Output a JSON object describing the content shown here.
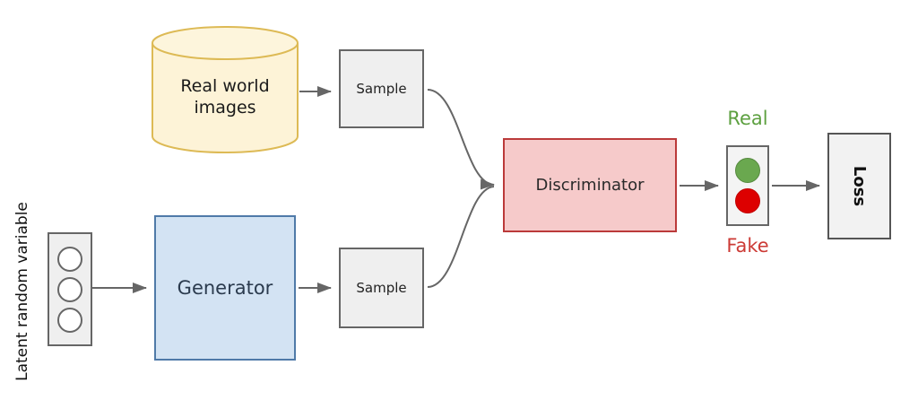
{
  "diagram": {
    "latent": {
      "label": "Latent random variable"
    },
    "real_world": {
      "line1": "Real world",
      "line2": "images"
    },
    "sample_top": {
      "label": "Sample"
    },
    "sample_bottom": {
      "label": "Sample"
    },
    "generator": {
      "label": "Generator"
    },
    "discriminator": {
      "label": "Discriminator"
    },
    "indicator": {
      "real_label": "Real",
      "fake_label": "Fake"
    },
    "loss": {
      "label": "Loss"
    },
    "colors": {
      "cylinder_fill": "#fdf3d7",
      "cylinder_stroke": "#ddba55",
      "generator_fill": "#d3e3f3",
      "generator_stroke": "#4f7aa8",
      "discriminator_fill": "#f6caca",
      "discriminator_stroke": "#bb3a3a",
      "neutral_box_fill": "#efefef",
      "neutral_box_stroke": "#666666",
      "arrow": "#666666",
      "real_green": "#5da040",
      "fake_red": "#cc3a35",
      "real_dot": "#6aa84f",
      "fake_dot": "#dd0000"
    }
  }
}
